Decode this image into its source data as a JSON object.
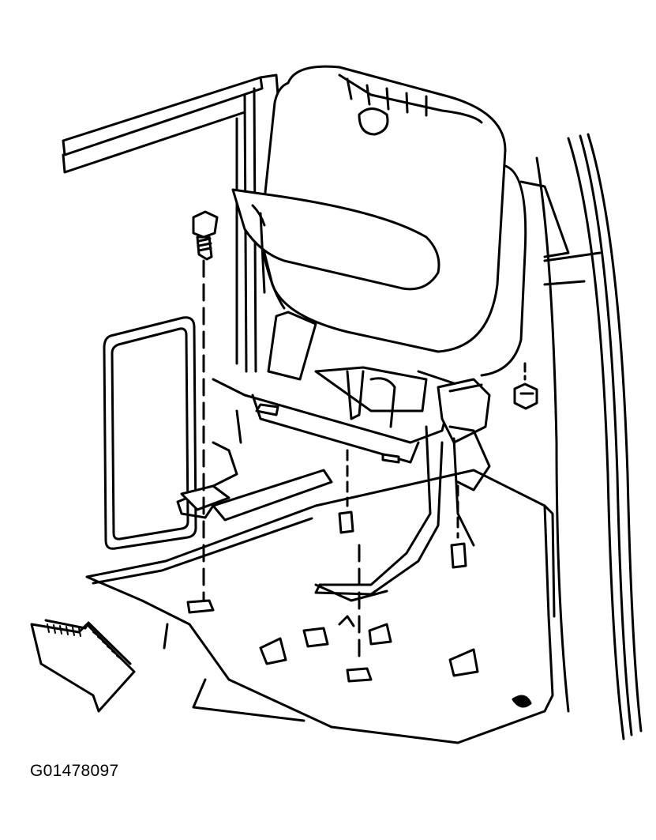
{
  "figure": {
    "code": "G01478097"
  },
  "parts": {
    "seat": "seat-assembly",
    "bolt": "mounting-bolt",
    "nut": "mounting-nut",
    "direction_arrow": "front-direction-arrow"
  },
  "colors": {
    "line": "#000000",
    "background": "#ffffff",
    "fill": "#ffffff"
  }
}
